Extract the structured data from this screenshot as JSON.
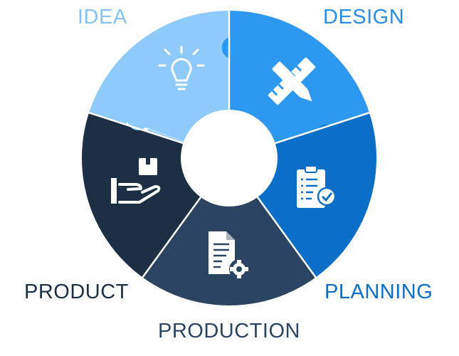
{
  "stages": [
    {
      "id": "idea",
      "label": "IDEA",
      "color": "#8fcbfa",
      "label_color": "#84c3f3",
      "icon": "lightbulb-icon"
    },
    {
      "id": "design",
      "label": "DESIGN",
      "color": "#2d98f0",
      "label_color": "#2a8de4",
      "icon": "pencil-ruler-icon"
    },
    {
      "id": "planning",
      "label": "PLANNING",
      "color": "#0c6fc7",
      "label_color": "#0c6fc7",
      "icon": "clipboard-check-icon"
    },
    {
      "id": "production",
      "label": "PRODUCTION",
      "color": "#2b4461",
      "label_color": "#2b4461",
      "icon": "document-gear-icon"
    },
    {
      "id": "product",
      "label": "PRODUCT",
      "color": "#1c2f45",
      "label_color": "#1c2f45",
      "icon": "hand-package-icon"
    }
  ]
}
